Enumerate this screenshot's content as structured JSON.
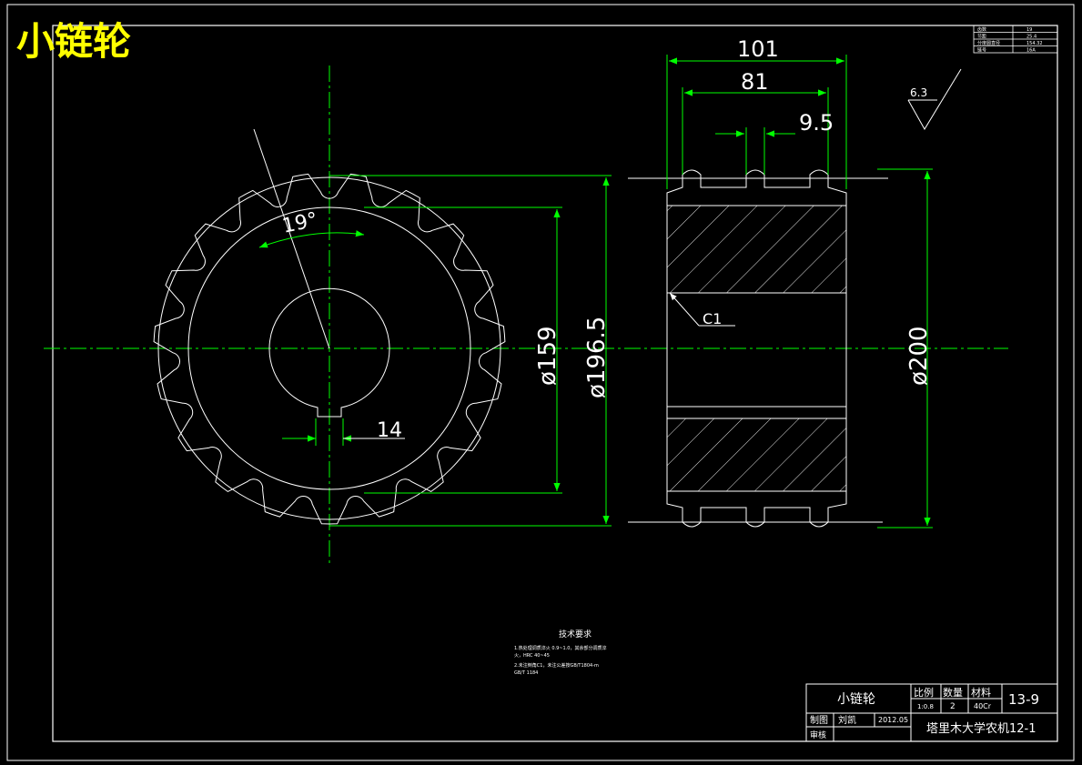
{
  "drawing_title": "小链轮",
  "dimensions": {
    "overall_width": "101",
    "hub_width": "81",
    "tooth_width": "9.5",
    "root_diameter": "ø159",
    "tip_diameter": "ø196.5",
    "outer_diameter": "ø200",
    "keyway_width": "14",
    "tooth_angle": "19°",
    "chamfer": "C1",
    "roughness": "6.3"
  },
  "param_table": {
    "rows": [
      [
        "齿数",
        "19"
      ],
      [
        "节距",
        "25.4"
      ],
      [
        "分度圆直径",
        "154.32"
      ],
      [
        "链号",
        "16A"
      ]
    ]
  },
  "tech_requirements": {
    "heading": "技术要求",
    "lines": [
      "1.热处理调质淬火 0.9~1.0，其余部分调质淬",
      "火，HRC 40~45",
      "2.未注倒角C1，未注公差按GB/T1804-m",
      "GB/T 1184"
    ]
  },
  "title_block": {
    "part_name": "小链轮",
    "scale_label": "比例",
    "scale_value": "1:0.8",
    "qty_label": "数量",
    "qty_value": "2",
    "material_label": "材料",
    "material_value": "40Cr",
    "drawing_no": "13-9",
    "drawn_label": "制图",
    "drawn_name": "刘凯",
    "date": "2012.05",
    "review_label": "审核",
    "org": "塔里木大学农机12-1"
  }
}
